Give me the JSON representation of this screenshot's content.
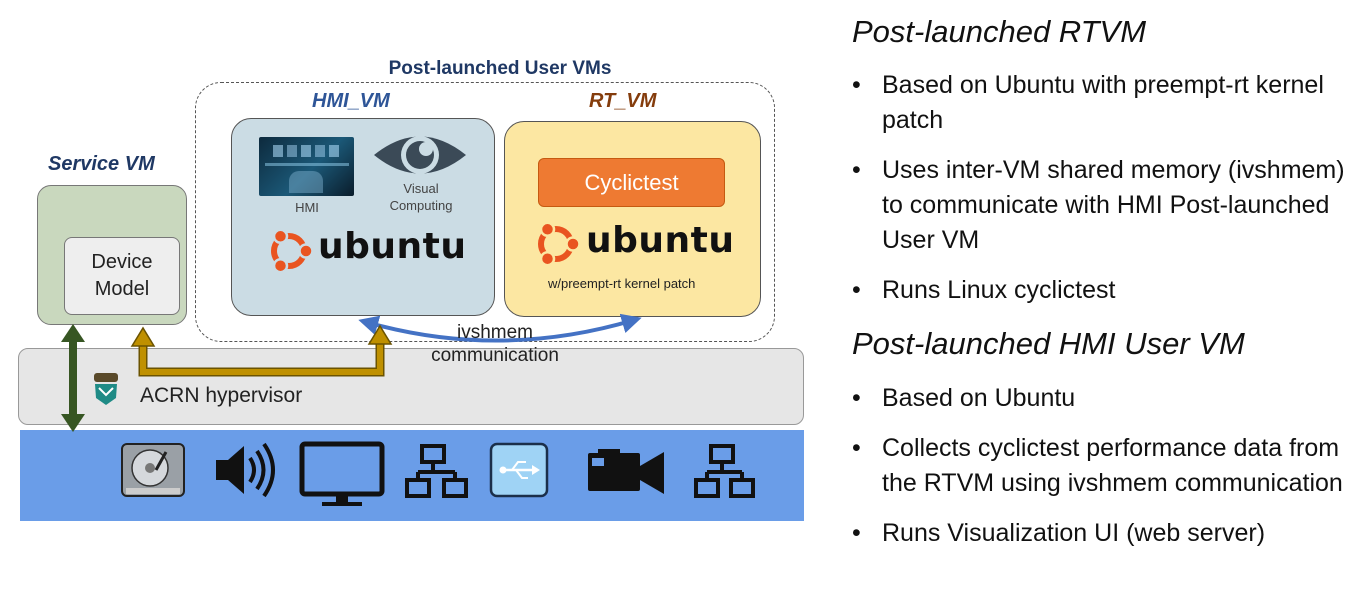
{
  "diagram": {
    "post_launched_title": "Post-launched User VMs",
    "hmi_vm": {
      "title": "HMI_VM",
      "hmi_label": "HMI",
      "visual_label_line1": "Visual",
      "visual_label_line2": "Computing",
      "os": "ubuntu"
    },
    "rt_vm": {
      "title": "RT_VM",
      "cyclictest": "Cyclictest",
      "os": "ubuntu",
      "patch_note": "w/preempt-rt kernel patch"
    },
    "service_vm": {
      "title": "Service VM",
      "device_model_line1": "Device",
      "device_model_line2": "Model"
    },
    "ivshmem_line1": "ivshmem",
    "ivshmem_line2": "communication",
    "hypervisor_label": "ACRN hypervisor",
    "hardware_icons": [
      "hard-drive-icon",
      "speaker-icon",
      "monitor-icon",
      "network-icon",
      "usb-icon",
      "video-camera-icon",
      "network-icon"
    ],
    "colors": {
      "hmi_title": "#2E5597",
      "rt_title": "#843C0C",
      "service_title": "#1F3864",
      "hmi_vm_fill": "#CBDCE4",
      "rt_vm_fill": "#FCE7A2",
      "service_vm_fill": "#C9D8BE",
      "cyclictest_fill": "#EE7A32",
      "hardware_bar": "#6A9DE8",
      "ivshmem_arrow": "#4472C4",
      "dm_arrow": "#BF9000",
      "passthrough_arrow": "#375623",
      "ubuntu_orange": "#E95420"
    }
  },
  "right_panel": {
    "rtvm_heading": "Post-launched RTVM",
    "rtvm_bullets": [
      "Based on Ubuntu with preempt-rt kernel patch",
      "Uses inter-VM shared memory (ivshmem) to communicate with HMI Post-launched User VM",
      "Runs Linux cyclictest"
    ],
    "hmi_heading": "Post-launched HMI User VM",
    "hmi_bullets": [
      "Based on Ubuntu",
      "Collects cyclictest performance data from the RTVM using ivshmem communication",
      "Runs Visualization UI (web server)"
    ]
  }
}
